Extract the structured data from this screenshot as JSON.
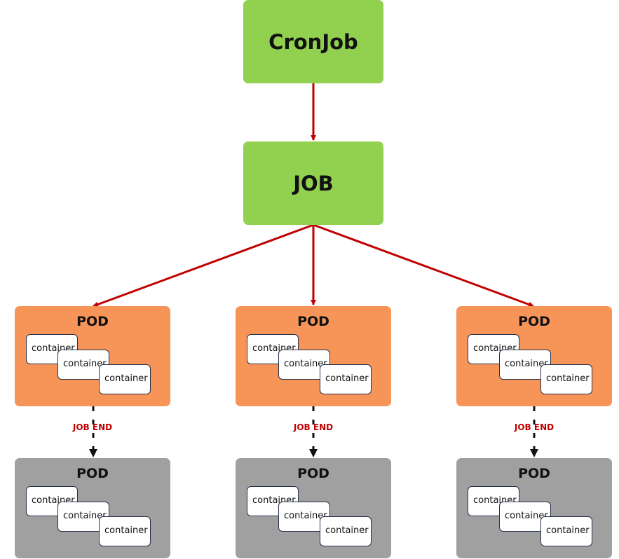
{
  "cronjob": {
    "label": "CronJob"
  },
  "job": {
    "label": "JOB"
  },
  "pod_title": "POD",
  "container_label": "container",
  "job_end_label": "JOB END",
  "colors": {
    "cronjob_fill": "#92d050",
    "job_fill": "#92d050",
    "active_pod_fill": "#f79559",
    "finished_pod_fill": "#a0a0a0",
    "arrow_red": "#c00000",
    "arrow_black": "#111111"
  }
}
